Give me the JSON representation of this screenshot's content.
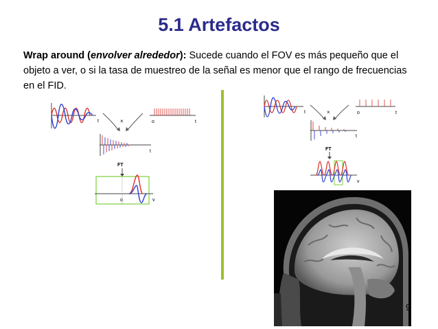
{
  "slide": {
    "title": "5.1 Artefactos",
    "body": {
      "lead_bold": "Wrap around (",
      "lead_italic": "envolver alrededor",
      "lead_close": "):",
      "text": " Sucede cuando el FOV es más pequeño que el objeto a ver, o si la tasa de muestreo de la señal es menor que el rango de frecuencias en el FID."
    },
    "page_number": "9"
  },
  "diagram_left": {
    "labels": {
      "t1": "t",
      "times": "×",
      "o1": "o",
      "t2": "t",
      "t3": "t",
      "ft": "FT",
      "o2": "o",
      "v": "v"
    }
  },
  "diagram_right": {
    "labels": {
      "t1": "t",
      "times": "×",
      "o1": "o",
      "t2": "t",
      "t3": "t",
      "ft": "FT",
      "v": "v"
    }
  },
  "colors": {
    "title": "#2b2b8c",
    "divider": "#9ec02c",
    "red": "#d9302a",
    "blue": "#2c3fd0",
    "green": "#7ccf3c"
  }
}
